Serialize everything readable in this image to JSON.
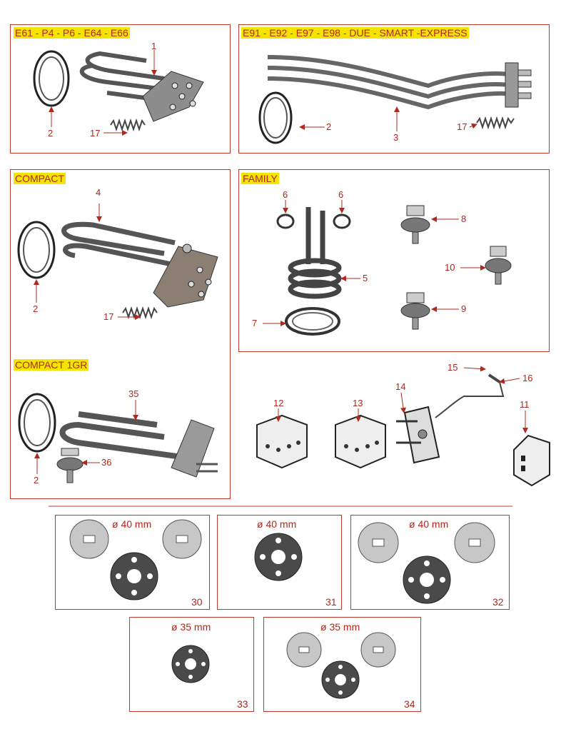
{
  "sections": {
    "s1": "E61 - P4 - P6 - E64 - E66",
    "s2": "E91 - E92 - E97 - E98 - DUE - SMART  -EXPRESS",
    "s3": "COMPACT",
    "s4": "FAMILY",
    "s5": "COMPACT 1GR"
  },
  "callouts": {
    "c1": "1",
    "c2a": "2",
    "c17a": "17",
    "c2b": "2",
    "c3": "3",
    "c17b": "17",
    "c4": "4",
    "c2c": "2",
    "c17c": "17",
    "c35": "35",
    "c2d": "2",
    "c36": "36",
    "c6a": "6",
    "c6b": "6",
    "c5": "5",
    "c7": "7",
    "c8": "8",
    "c10": "10",
    "c9": "9",
    "c15": "15",
    "c16": "16",
    "c14": "14",
    "c12": "12",
    "c13": "13",
    "c11": "11"
  },
  "plates": {
    "d40a": "ø 40 mm",
    "d40b": "ø 40 mm",
    "d40c": "ø 40 mm",
    "d35a": "ø 35 mm",
    "d35b": "ø 35 mm",
    "n30": "30",
    "n31": "31",
    "n32": "32",
    "n33": "33",
    "n34": "34"
  },
  "colors": {
    "accent": "#c0392b",
    "highlight": "#f5e400"
  }
}
